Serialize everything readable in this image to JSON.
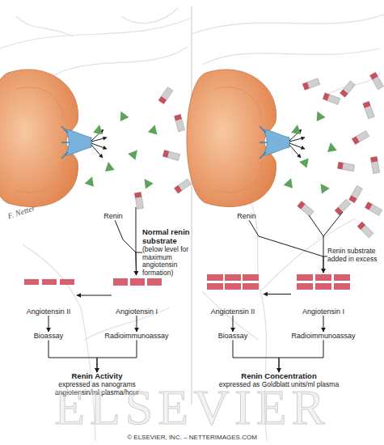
{
  "diagram": {
    "nodes": [
      {
        "text": [
          "Renin"
        ]
      },
      {
        "text": [
          "Normal renin substrate",
          "(below level for maximum angiotensin formation)"
        ]
      },
      {
        "text": [
          "Angiotensin II"
        ]
      },
      {
        "text": [
          "Angiotensin I"
        ]
      },
      {
        "text": [
          "Bioassay"
        ]
      },
      {
        "text": [
          "Radioimmunoassay"
        ]
      },
      {
        "text": [
          "Renin Activity",
          "expressed as nanograms angiotensin/ml plasma/hour"
        ]
      },
      {
        "text": [
          "Renin"
        ]
      },
      {
        "text": [
          "Renin substrate added in excess"
        ]
      },
      {
        "text": [
          "Angiotensin II"
        ]
      },
      {
        "text": [
          "Angiotensin I"
        ]
      },
      {
        "text": [
          "Bioassay"
        ]
      },
      {
        "text": [
          "Radioimmunoassay"
        ]
      },
      {
        "text": [
          "Renin Concentration",
          "expressed as Goldblatt units/ml plasma"
        ]
      }
    ],
    "edges": [
      {
        "from": 0,
        "to": 3,
        "arrow": "to"
      },
      {
        "from": 1,
        "to": 3,
        "arrow": "to"
      },
      {
        "from": 3,
        "to": 2,
        "arrow": "to"
      },
      {
        "from": 2,
        "to": 4,
        "arrow": "to"
      },
      {
        "from": 3,
        "to": 5,
        "arrow": "to"
      },
      {
        "from": 4,
        "to": 6,
        "arrow": "to"
      },
      {
        "from": 5,
        "to": 6,
        "arrow": "to"
      },
      {
        "from": 7,
        "to": 10,
        "arrow": "to"
      },
      {
        "from": 8,
        "to": 10,
        "arrow": "to"
      },
      {
        "from": 10,
        "to": 9,
        "arrow": "to"
      },
      {
        "from": 9,
        "to": 11,
        "arrow": "to"
      },
      {
        "from": 10,
        "to": 12,
        "arrow": "to"
      },
      {
        "from": 11,
        "to": 13,
        "arrow": "to"
      },
      {
        "from": 12,
        "to": 13,
        "arrow": "to"
      }
    ],
    "labels": [
      "F. Netter",
      "ELSEVIER",
      "© ELSEVIER, INC. – NETTERIMAGES.COM"
    ]
  }
}
